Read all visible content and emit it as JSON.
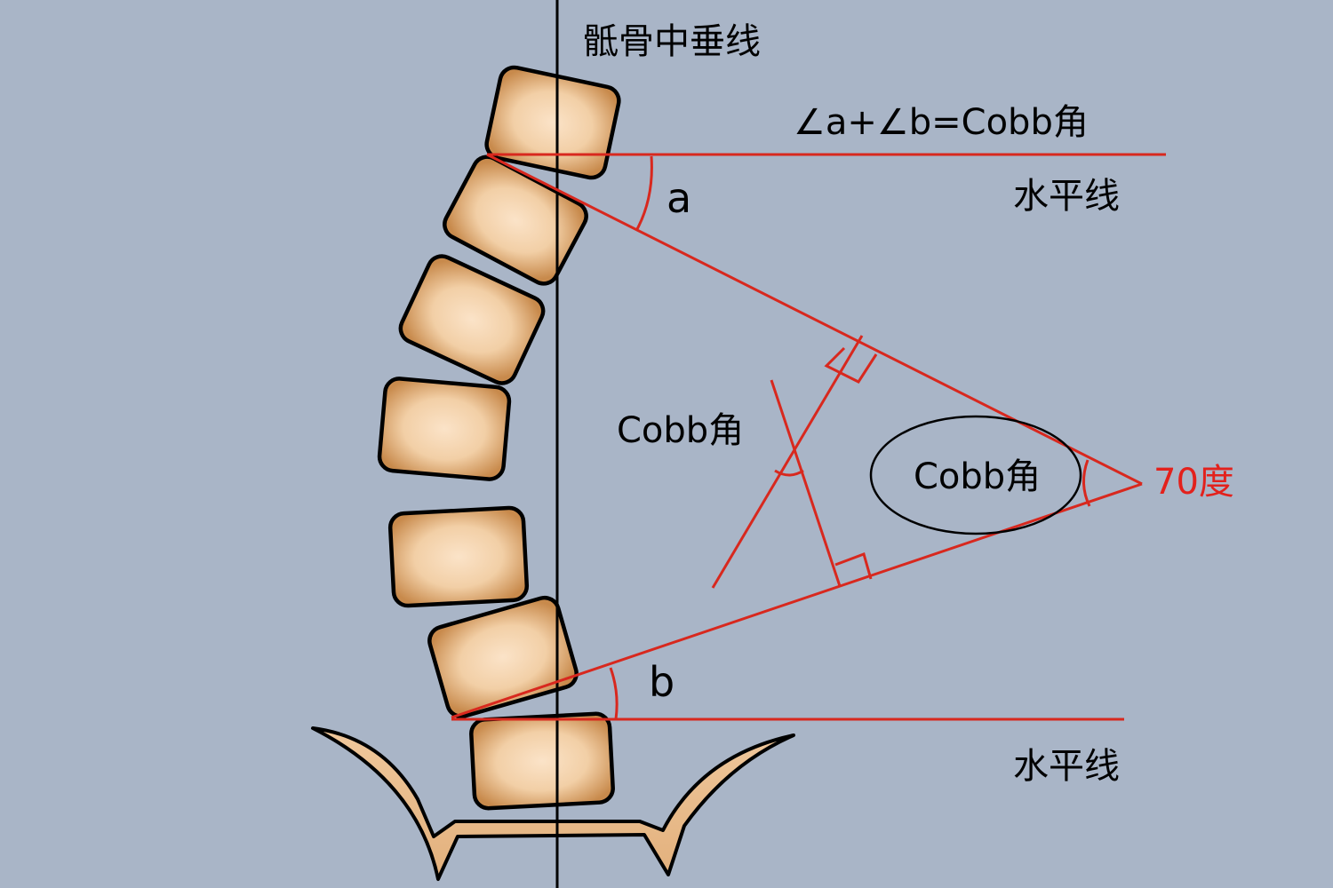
{
  "labels": {
    "sacral_midline": "骶骨中垂线",
    "formula": "∠a+∠b=Cobb角",
    "horizontal_top": "水平线",
    "angle_a": "a",
    "angle_b": "b",
    "horizontal_bottom": "水平线",
    "cobb_left": "Cobb角",
    "cobb_ellipse": "Cobb角",
    "degrees": "70度"
  },
  "colors": {
    "background": "#a9b5c7",
    "measure_line": "#d8281e",
    "bone_light": "#fbe3c8",
    "bone_dark": "#c88a4c",
    "midline": "#000000"
  }
}
